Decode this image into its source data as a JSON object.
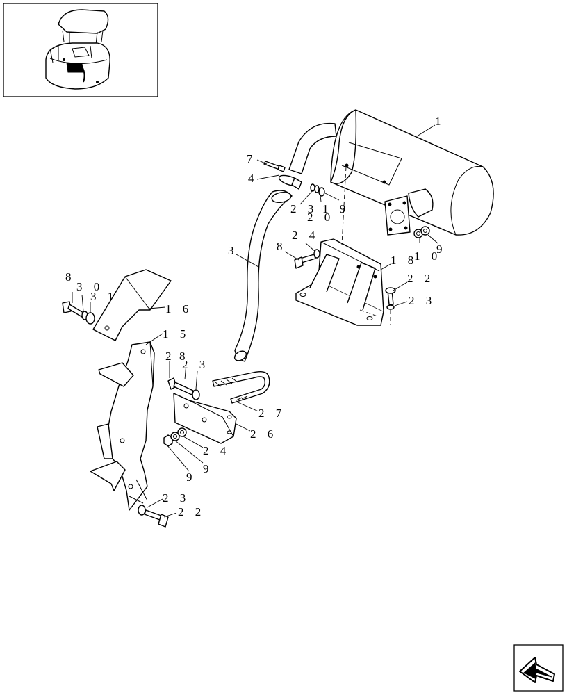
{
  "callouts": {
    "c1": "1",
    "c7": "7",
    "c4": "4",
    "c23a": "2 3",
    "c19": "1 9",
    "c20": "2 0",
    "c24a": "2 4",
    "c3": "3",
    "c8a": "8",
    "c18": "1 8",
    "c10": "1 0",
    "c9a": "9",
    "c22a": "2 2",
    "c23b": "2 3",
    "c8b": "8",
    "c30": "3 0",
    "c31": "3 1",
    "c16": "1 6",
    "c15": "1 5",
    "c2": "2",
    "c8c": "8",
    "c23c": "2 3",
    "c27": "2 7",
    "c26": "2 6",
    "c24b": "2 4",
    "c9b": "9",
    "c9c": "9",
    "c23d": "2 3",
    "c22b": "2 2"
  },
  "icons": {
    "thumbnail": "tractor-location-thumbnail",
    "nav": "previous-page-arrow-icon"
  }
}
